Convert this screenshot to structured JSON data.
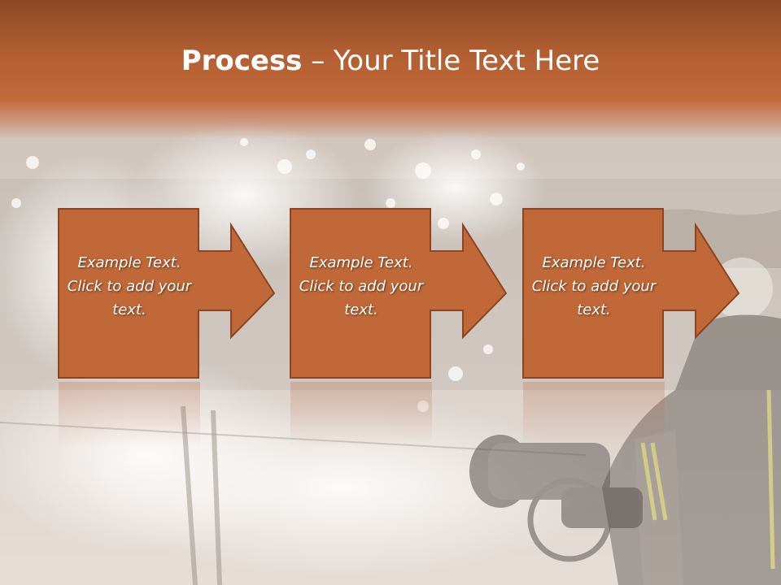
{
  "slide": {
    "title_bold": "Process",
    "title_rest": " – Your Title Text Here"
  },
  "steps": [
    {
      "text": "Example Text. Click  to add your text."
    },
    {
      "text": "Example Text. Click  to add your text."
    },
    {
      "text": "Example Text. Click  to add your text."
    }
  ],
  "colors": {
    "title_band": "#b35f32",
    "box_fill": "#c06838",
    "box_border": "#8c4520",
    "text": "#ffffff"
  }
}
